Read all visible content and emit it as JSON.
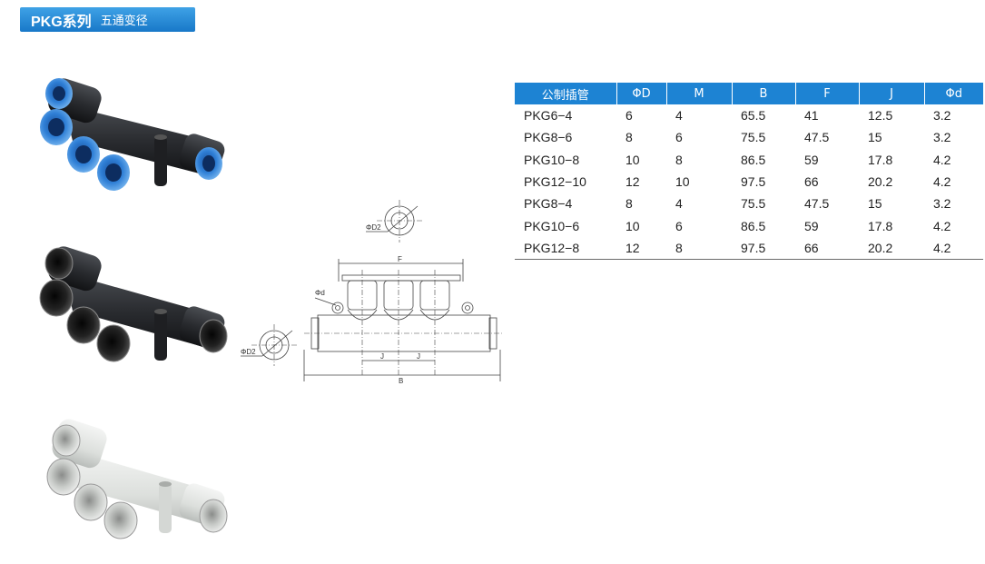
{
  "header": {
    "series_code": "PKG系列",
    "series_name": "五通变径"
  },
  "products": [
    {
      "color": "blue",
      "collet_hex": "#3b8fe0",
      "body_hex": "#2a2c30"
    },
    {
      "color": "black",
      "collet_hex": "#1f2124",
      "body_hex": "#2a2c30"
    },
    {
      "color": "white",
      "collet_hex": "#dfe2e0",
      "body_hex": "#e6e8e6"
    }
  ],
  "drawing": {
    "labels": {
      "d2_top": "ΦD2",
      "d2_left": "ΦD2",
      "phi_d": "Φd",
      "f": "F",
      "j1": "J",
      "j2": "J",
      "b": "B"
    }
  },
  "table": {
    "headers": [
      "公制插管",
      "ΦD",
      "M",
      "B",
      "F",
      "J",
      "Φd"
    ],
    "rows": [
      [
        "PKG6−4",
        "6",
        "4",
        "65.5",
        "41",
        "12.5",
        "3.2"
      ],
      [
        "PKG8−6",
        "8",
        "6",
        "75.5",
        "47.5",
        "15",
        "3.2"
      ],
      [
        "PKG10−8",
        "10",
        "8",
        "86.5",
        "59",
        "17.8",
        "4.2"
      ],
      [
        "PKG12−10",
        "12",
        "10",
        "97.5",
        "66",
        "20.2",
        "4.2"
      ],
      [
        "PKG8−4",
        "8",
        "4",
        "75.5",
        "47.5",
        "15",
        "3.2"
      ],
      [
        "PKG10−6",
        "10",
        "6",
        "86.5",
        "59",
        "17.8",
        "4.2"
      ],
      [
        "PKG12−8",
        "12",
        "8",
        "97.5",
        "66",
        "20.2",
        "4.2"
      ]
    ]
  },
  "colors": {
    "accent": "#1d83d3",
    "header_tab": "#2a8ad8"
  }
}
